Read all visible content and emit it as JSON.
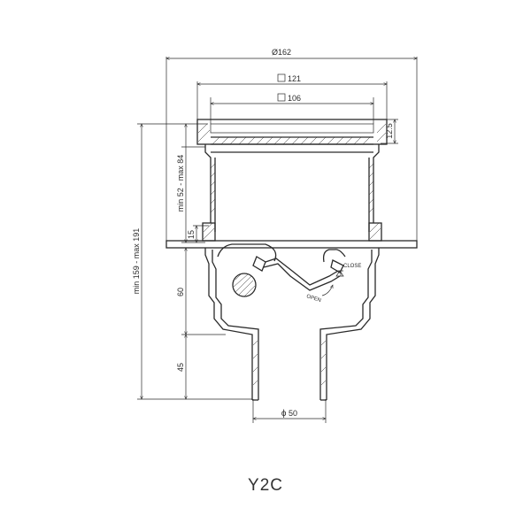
{
  "model": "Y2C",
  "dimensions": {
    "outer_diameter": "Ø162",
    "square_outer": "121",
    "square_inner": "106",
    "flange_height": "12.5",
    "small_height": "15",
    "body_height": "60",
    "outlet_height": "45",
    "outlet_diameter": "50",
    "adjust_range": "min 52 - max 84",
    "total_range": "min 159 - max 191"
  },
  "annotations": {
    "close": "CLOSE",
    "open": "OPEN"
  }
}
